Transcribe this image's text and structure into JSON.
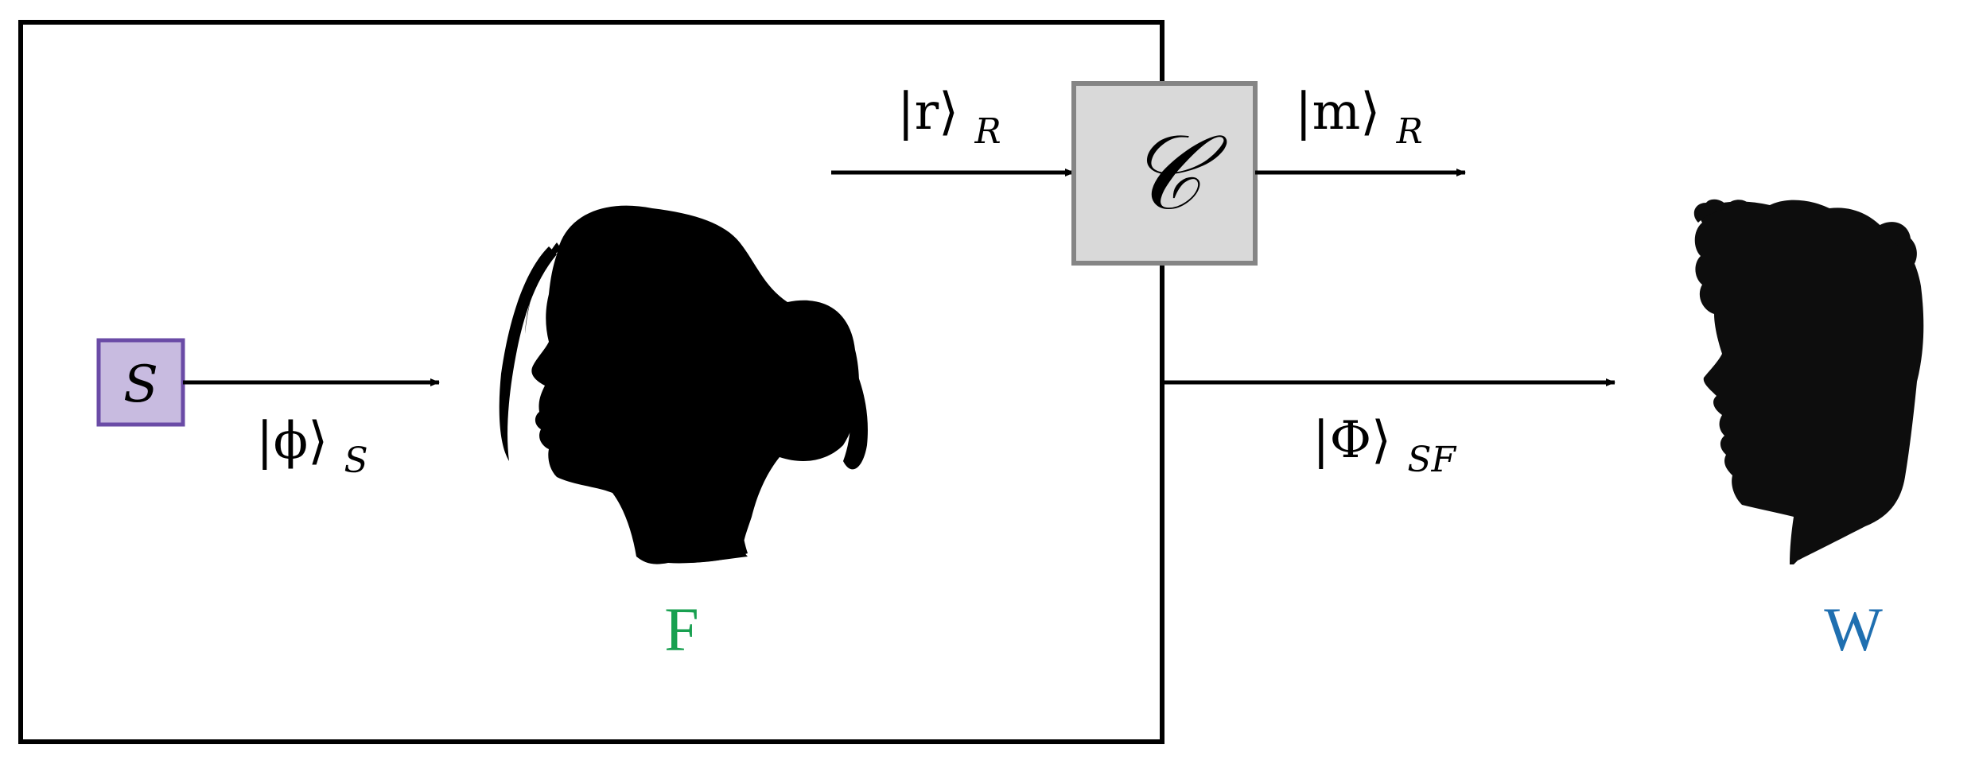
{
  "source_box": {
    "label": "S",
    "fill": "#c8bbe0",
    "stroke": "#6a4ba6"
  },
  "channel_box": {
    "label": "𝒞",
    "fill": "#d9d9d9",
    "stroke": "#858585"
  },
  "states": {
    "phi": {
      "ket": "|ϕ⟩",
      "sub": "S"
    },
    "r": {
      "ket": "|r⟩",
      "sub": "R"
    },
    "m": {
      "ket": "|m⟩",
      "sub": "R"
    },
    "Phi": {
      "ket": "|Φ⟩",
      "sub": "SF"
    }
  },
  "agents": {
    "friend": {
      "label": "F",
      "color": "#18a050",
      "icon": "female-head-silhouette-icon"
    },
    "wigner": {
      "label": "W",
      "color": "#1f6fb0",
      "icon": "male-head-silhouette-icon"
    }
  }
}
